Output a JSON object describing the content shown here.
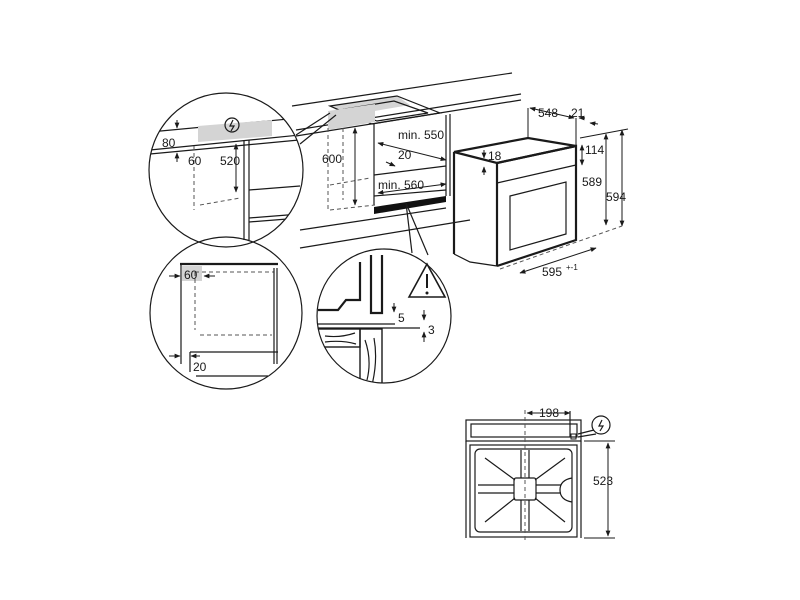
{
  "diagram": {
    "title": "Built-in oven installation dimensions",
    "colors": {
      "line": "#1a1a1a",
      "shade": "#d4d4d4",
      "background": "#ffffff"
    },
    "detail_top_left": {
      "labels": {
        "height_80": "80",
        "depth_60": "60",
        "height_520": "520"
      },
      "icon": "power-socket-icon"
    },
    "cabinet": {
      "labels": {
        "height_600": "600",
        "min_550": "min. 550",
        "gap_20": "20",
        "min_560": "min. 560"
      }
    },
    "oven": {
      "labels": {
        "depth_548": "548",
        "front_21": "21",
        "top_18": "18",
        "panel_114": "114",
        "height_589": "589",
        "height_594": "594",
        "width_595": "595",
        "width_tol": "+-1"
      }
    },
    "detail_bottom_left": {
      "labels": {
        "side_60": "60",
        "gap_20": "20"
      }
    },
    "detail_floor": {
      "labels": {
        "gap_5": "5",
        "gap_3": "3"
      },
      "icon": "warning-triangle-icon"
    },
    "top_view": {
      "labels": {
        "offset_198": "198",
        "depth_523": "523"
      },
      "icon": "power-socket-icon"
    }
  }
}
